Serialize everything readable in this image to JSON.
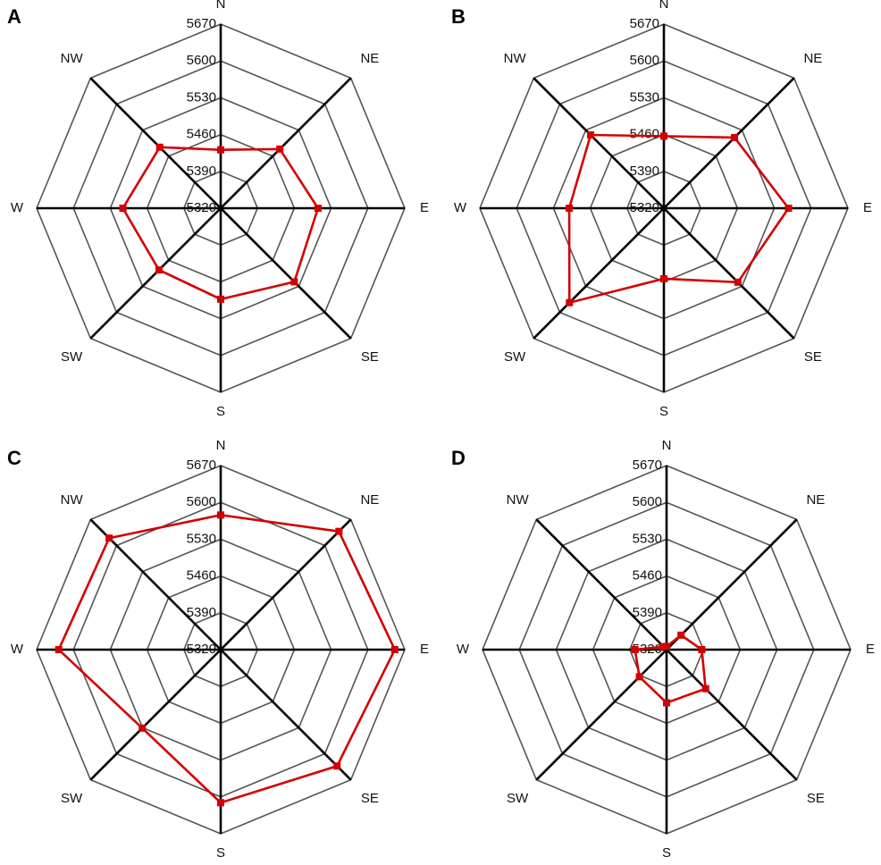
{
  "chart_data": [
    {
      "type": "radar",
      "panel": "A",
      "categories": [
        "N",
        "NE",
        "E",
        "SE",
        "S",
        "SW",
        "W",
        "NW"
      ],
      "values": [
        5431,
        5479,
        5505,
        5518,
        5493,
        5486,
        5506,
        5484
      ],
      "rlim": [
        5320,
        5670
      ],
      "ticks": [
        5320,
        5390,
        5460,
        5530,
        5600,
        5670
      ],
      "grid": true
    },
    {
      "type": "radar",
      "panel": "B",
      "categories": [
        "N",
        "NE",
        "E",
        "SE",
        "S",
        "SW",
        "W",
        "NW"
      ],
      "values": [
        5457,
        5510,
        5557,
        5519,
        5454,
        5574,
        5500,
        5517
      ],
      "rlim": [
        5320,
        5670
      ],
      "ticks": [
        5320,
        5390,
        5460,
        5530,
        5600,
        5670
      ],
      "grid": true
    },
    {
      "type": "radar",
      "panel": "C",
      "categories": [
        "N",
        "NE",
        "E",
        "SE",
        "S",
        "SW",
        "W",
        "NW"
      ],
      "values": [
        5576,
        5638,
        5651,
        5633,
        5611,
        5531,
        5628,
        5620
      ],
      "rlim": [
        5320,
        5670
      ],
      "ticks": [
        5320,
        5390,
        5460,
        5530,
        5600,
        5670
      ],
      "grid": true
    },
    {
      "type": "radar",
      "panel": "D",
      "categories": [
        "N",
        "NE",
        "E",
        "SE",
        "S",
        "SW",
        "W",
        "NW"
      ],
      "values": [
        5326,
        5359,
        5387,
        5425,
        5421,
        5393,
        5380,
        5328
      ],
      "rlim": [
        5320,
        5670
      ],
      "ticks": [
        5320,
        5390,
        5460,
        5530,
        5600,
        5670
      ],
      "grid": true
    }
  ],
  "colors": {
    "series": "#d40000",
    "grid": "#555555",
    "spokes": "#000000"
  }
}
